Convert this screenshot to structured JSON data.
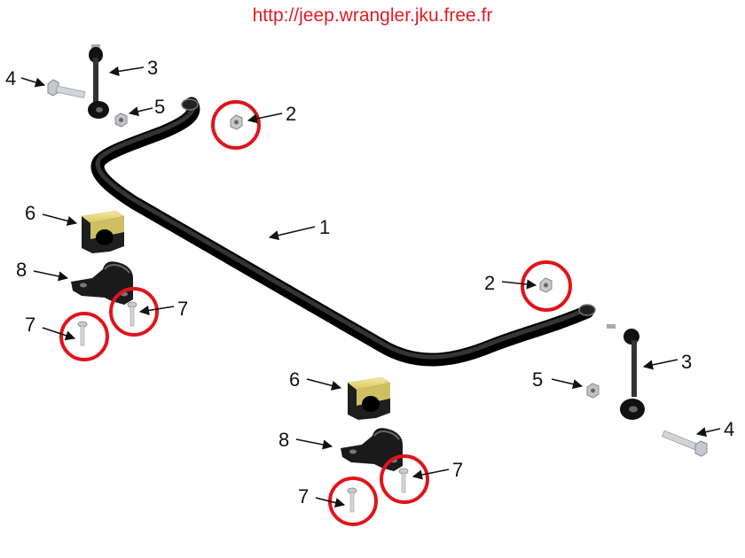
{
  "header": {
    "url": "http://jeep.wrangler.jku.free.fr"
  },
  "colors": {
    "url_text": "#e41b23",
    "highlight_circle": "#e0141b",
    "bar": "#1c1c1c",
    "bushing": "#e8d870",
    "hardware": "#b8bcc0"
  },
  "parts": [
    {
      "id": "stabilizer-bar",
      "number": "1"
    },
    {
      "id": "nut-upper-left",
      "number": "2",
      "highlighted": true
    },
    {
      "id": "nut-right",
      "number": "2",
      "highlighted": true
    },
    {
      "id": "link-left",
      "number": "3"
    },
    {
      "id": "link-right",
      "number": "3"
    },
    {
      "id": "bolt-left",
      "number": "4"
    },
    {
      "id": "bolt-right",
      "number": "4"
    },
    {
      "id": "link-nut-left",
      "number": "5"
    },
    {
      "id": "link-nut-right",
      "number": "5"
    },
    {
      "id": "bushing-left",
      "number": "6"
    },
    {
      "id": "bushing-right",
      "number": "6"
    },
    {
      "id": "clamp-left",
      "number": "8"
    },
    {
      "id": "clamp-right",
      "number": "8"
    },
    {
      "id": "clamp-bolt-left-a",
      "number": "7",
      "highlighted": true
    },
    {
      "id": "clamp-bolt-left-b",
      "number": "7",
      "highlighted": true
    },
    {
      "id": "clamp-bolt-right-a",
      "number": "7",
      "highlighted": true
    },
    {
      "id": "clamp-bolt-right-b",
      "number": "7",
      "highlighted": true
    }
  ]
}
